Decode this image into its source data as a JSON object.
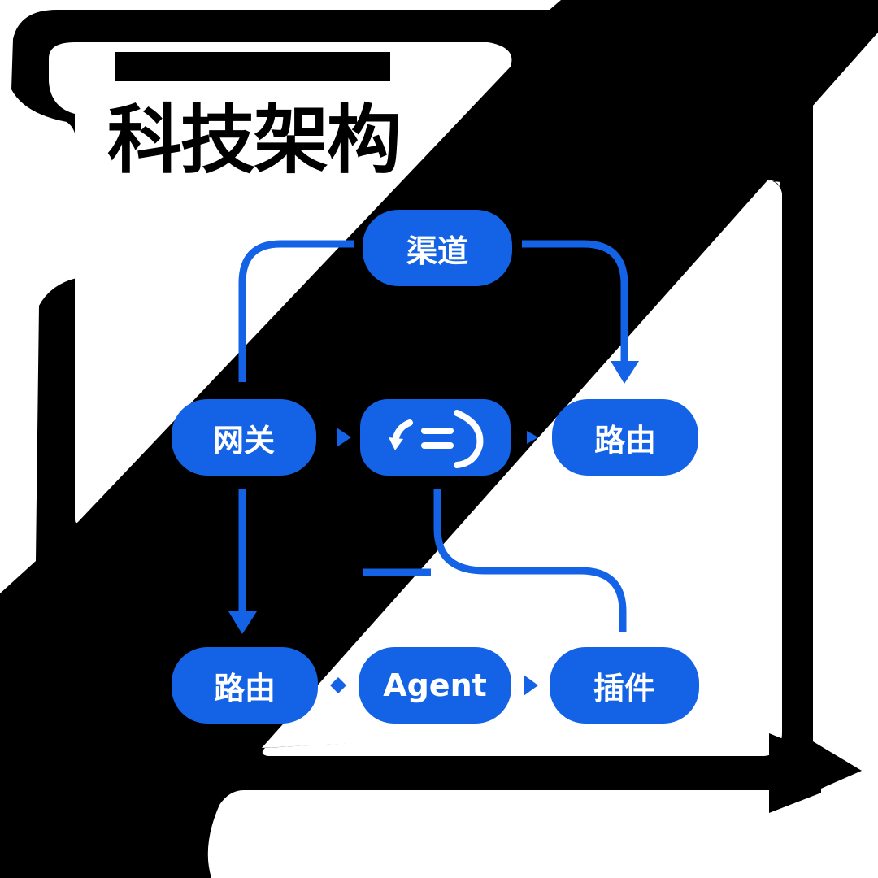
{
  "title": "科技架构",
  "colors": {
    "accent": "#1463e6",
    "ink": "#000000",
    "paper": "#ffffff"
  },
  "nodes": {
    "channel": "渠道",
    "gateway": "网关",
    "core_icon": "cycle-equals-icon",
    "route_right": "路由",
    "route_left": "路由",
    "agent": "Agent",
    "plugin": "插件"
  }
}
